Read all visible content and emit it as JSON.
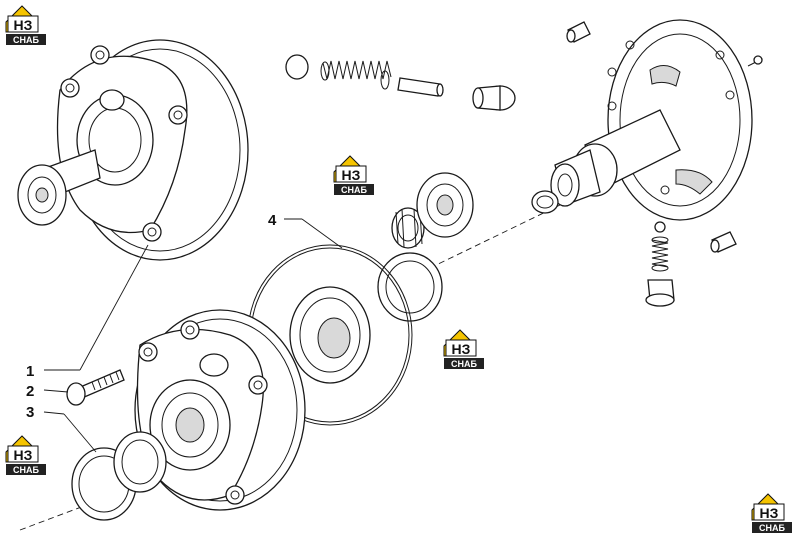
{
  "callouts": [
    {
      "label": "1"
    },
    {
      "label": "2"
    },
    {
      "label": "3"
    },
    {
      "label": "4"
    }
  ],
  "watermark": {
    "mark": "НЗ",
    "tagline": "СНАБ",
    "accent_color": "#f5c400",
    "tag_color": "#222222"
  }
}
